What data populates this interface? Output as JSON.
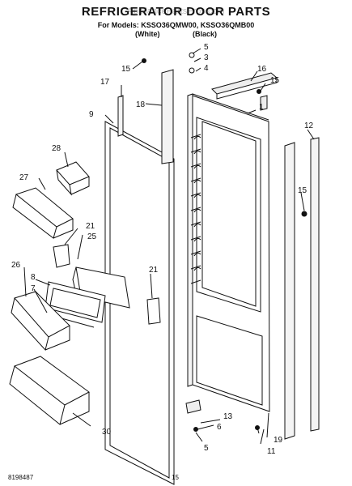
{
  "title": "REFRIGERATOR DOOR PARTS",
  "models_line": "For Models: KSSO36QMW00, KSSO36QMB00",
  "color_white": "(White)",
  "color_black": "(Black)",
  "watermark": "AppliancePartsPros.com",
  "footer_left": "8198487",
  "footer_page": "15",
  "callouts": [
    "5",
    "3",
    "4",
    "15",
    "16",
    "15",
    "17",
    "18",
    "9",
    "1",
    "12",
    "28",
    "27",
    "15",
    "21",
    "25",
    "26",
    "8",
    "7",
    "21",
    "13",
    "6",
    "5",
    "19",
    "11",
    "30"
  ]
}
